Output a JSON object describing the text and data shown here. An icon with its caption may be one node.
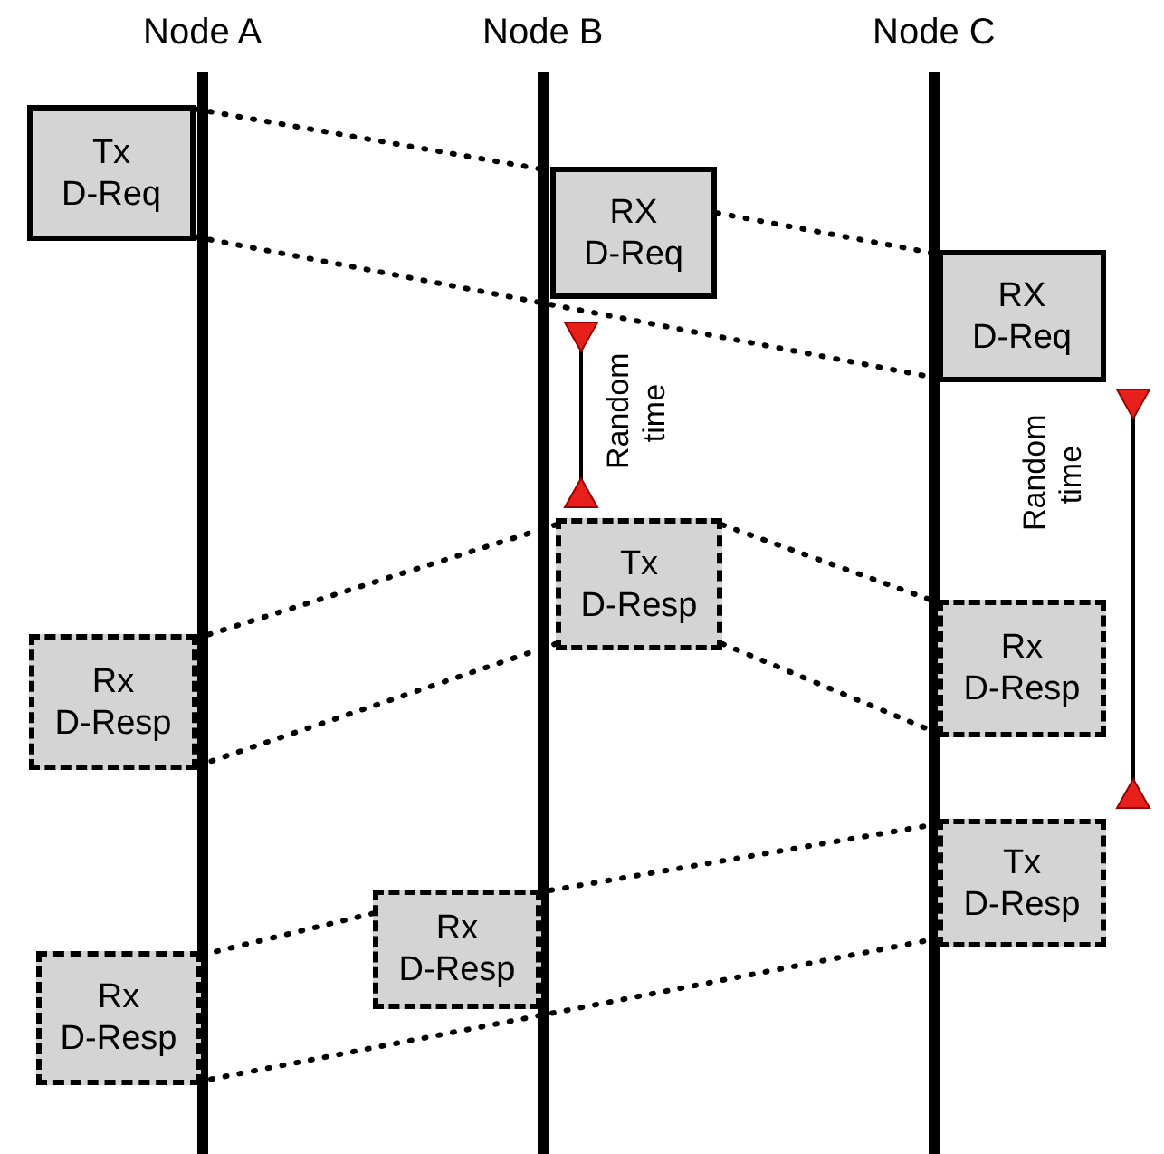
{
  "diagram": {
    "nodes": [
      {
        "text": [
          "Tx D-Req"
        ]
      },
      {
        "text": [
          "RX D-Req"
        ]
      },
      {
        "text": [
          "RX D-Req"
        ]
      },
      {
        "text": [
          "Tx D-Resp"
        ]
      },
      {
        "text": [
          "Rx D-Resp"
        ]
      },
      {
        "text": [
          "Rx D-Resp"
        ]
      },
      {
        "text": [
          "Tx D-Resp"
        ]
      },
      {
        "text": [
          "Rx D-Resp"
        ]
      },
      {
        "text": [
          "Rx D-Resp"
        ]
      }
    ],
    "edges": [
      {
        "from": 0,
        "to": 1,
        "arrow": "none"
      },
      {
        "from": 0,
        "to": 2,
        "arrow": "none"
      },
      {
        "from": 1,
        "to": 2,
        "arrow": "none"
      },
      {
        "from": 3,
        "to": 5,
        "arrow": "none"
      },
      {
        "from": 3,
        "to": 4,
        "arrow": "none"
      },
      {
        "from": 6,
        "to": 7,
        "arrow": "none"
      },
      {
        "from": 6,
        "to": 8,
        "arrow": "none"
      },
      {
        "from": 7,
        "to": 8,
        "arrow": "none"
      }
    ],
    "labels": [
      "Node A",
      "Node B",
      "Node C",
      "Random time",
      "Random time"
    ]
  }
}
